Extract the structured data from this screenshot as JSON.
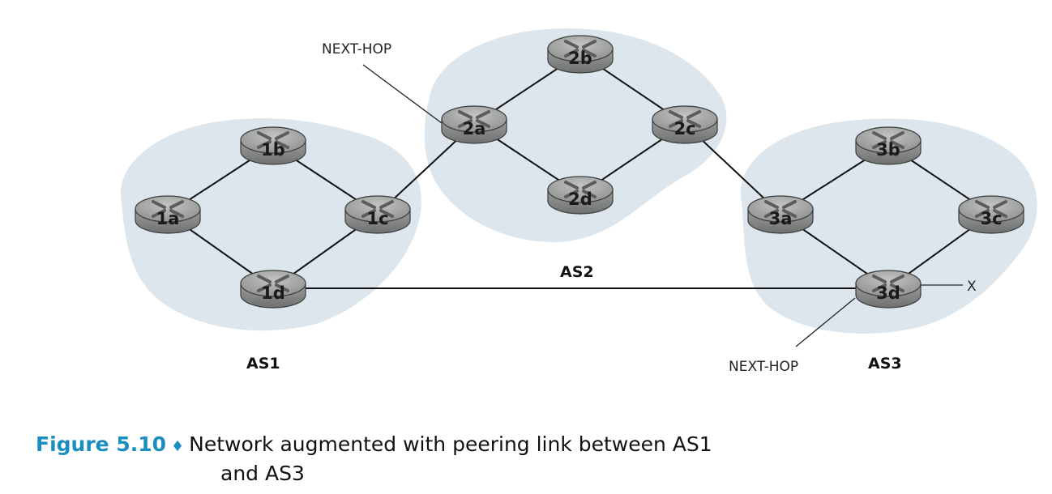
{
  "diagram": {
    "as_regions": [
      {
        "id": "AS1",
        "label": "AS1"
      },
      {
        "id": "AS2",
        "label": "AS2"
      },
      {
        "id": "AS3",
        "label": "AS3"
      }
    ],
    "routers": [
      {
        "id": "1a",
        "label": "1a",
        "as": "AS1"
      },
      {
        "id": "1b",
        "label": "1b",
        "as": "AS1"
      },
      {
        "id": "1c",
        "label": "1c",
        "as": "AS1"
      },
      {
        "id": "1d",
        "label": "1d",
        "as": "AS1"
      },
      {
        "id": "2a",
        "label": "2a",
        "as": "AS2"
      },
      {
        "id": "2b",
        "label": "2b",
        "as": "AS2"
      },
      {
        "id": "2c",
        "label": "2c",
        "as": "AS2"
      },
      {
        "id": "2d",
        "label": "2d",
        "as": "AS2"
      },
      {
        "id": "3a",
        "label": "3a",
        "as": "AS3"
      },
      {
        "id": "3b",
        "label": "3b",
        "as": "AS3"
      },
      {
        "id": "3c",
        "label": "3c",
        "as": "AS3"
      },
      {
        "id": "3d",
        "label": "3d",
        "as": "AS3"
      }
    ],
    "links": [
      {
        "from": "1a",
        "to": "1b"
      },
      {
        "from": "1b",
        "to": "1c"
      },
      {
        "from": "1a",
        "to": "1d"
      },
      {
        "from": "1d",
        "to": "1c"
      },
      {
        "from": "1c",
        "to": "2a"
      },
      {
        "from": "2a",
        "to": "2b"
      },
      {
        "from": "2b",
        "to": "2c"
      },
      {
        "from": "2a",
        "to": "2d"
      },
      {
        "from": "2d",
        "to": "2c"
      },
      {
        "from": "2c",
        "to": "3a"
      },
      {
        "from": "3a",
        "to": "3b"
      },
      {
        "from": "3b",
        "to": "3c"
      },
      {
        "from": "3a",
        "to": "3d"
      },
      {
        "from": "3d",
        "to": "3c"
      },
      {
        "from": "1d",
        "to": "3d"
      }
    ],
    "annotations": {
      "next_hop_top": "NEXT-HOP",
      "next_hop_bottom": "NEXT-HOP",
      "destination_x": "X"
    },
    "colors": {
      "as_region_fill": "#dde6ec",
      "router_fill": "#a7aaa9",
      "router_top": "#c9cbca",
      "link_stroke": "#111111",
      "caption_accent": "#1a8fbf"
    },
    "icons": {
      "router": "router-icon",
      "diamond": "diamond-bullet-icon"
    }
  },
  "caption": {
    "figure_number": "Figure 5.10",
    "diamond": "♦",
    "text_line1": "Network augmented with peering link between AS1",
    "text_line2": "and AS3"
  }
}
